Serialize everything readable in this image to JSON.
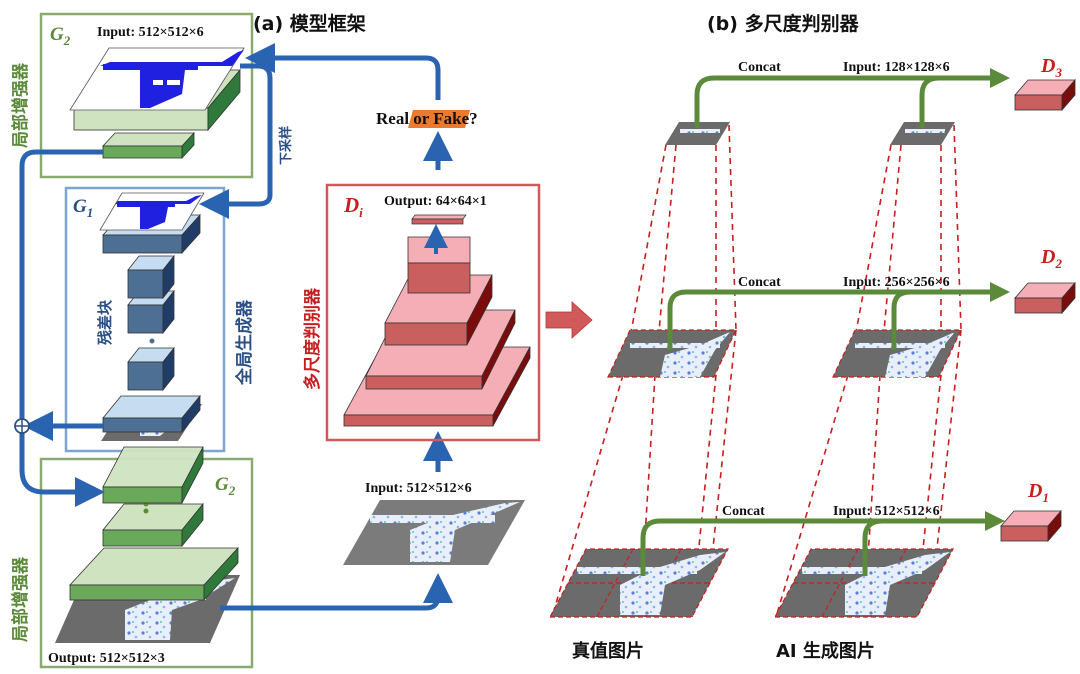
{
  "panel_a": {
    "title": "(a) 模型框架",
    "local_enhancer_top": {
      "label_letter": "G",
      "label_sub": "2",
      "side_label": "局部增强器",
      "input_label": "Input: 512×512×6"
    },
    "downsample_label": "下采样",
    "global_generator": {
      "label_letter": "G",
      "label_sub": "1",
      "side_label": "全局生成器",
      "residual_label": "残差块"
    },
    "local_enhancer_bottom": {
      "label_letter": "G",
      "label_sub": "2",
      "side_label": "局部增强器",
      "output_label": "Output: 512×512×3"
    },
    "discriminator": {
      "label_letter": "D",
      "label_sub": "i",
      "side_label": "多尺度判别器",
      "output_label": "Output: 64×64×1",
      "input_label": "Input: 512×512×6",
      "decision_label": "Real or Fake?"
    },
    "sum_symbol": "⊕"
  },
  "panel_b": {
    "title": "(b) 多尺度判别器",
    "scales": [
      {
        "concat_label": "Concat",
        "input_label": "Input: 128×128×6",
        "disc_letter": "D",
        "disc_sub": "3"
      },
      {
        "concat_label": "Concat",
        "input_label": "Input: 256×256×6",
        "disc_letter": "D",
        "disc_sub": "2"
      },
      {
        "concat_label": "Concat",
        "input_label": "Input: 512×512×6",
        "disc_letter": "D",
        "disc_sub": "1"
      }
    ],
    "real_image_label": "真值图片",
    "ai_image_label": "AI 生成图片"
  },
  "colors": {
    "green_border": "#8aab70",
    "green_text": "#5a8a3a",
    "green_light": "#cfe3c0",
    "green_mid": "#6aa85a",
    "green_dark": "#2f7a3a",
    "blue_border": "#7aa6cf",
    "blue_text": "#2a4f86",
    "blue_light": "#c6dcf1",
    "blue_mid": "#4d6f94",
    "blue_dark": "#1f3d66",
    "arrow_blue": "#2a64b0",
    "red_border": "#d05a5a",
    "red_text": "#c81e1e",
    "pink_top": "#f5aeb6",
    "pink_front": "#c9605f",
    "pink_side": "#7a0c0c",
    "arrow_green": "#5a8a3a",
    "orange": "#ea7a2f",
    "gray_image": "#6b6b6b",
    "plan_blue": "#2020e0"
  }
}
